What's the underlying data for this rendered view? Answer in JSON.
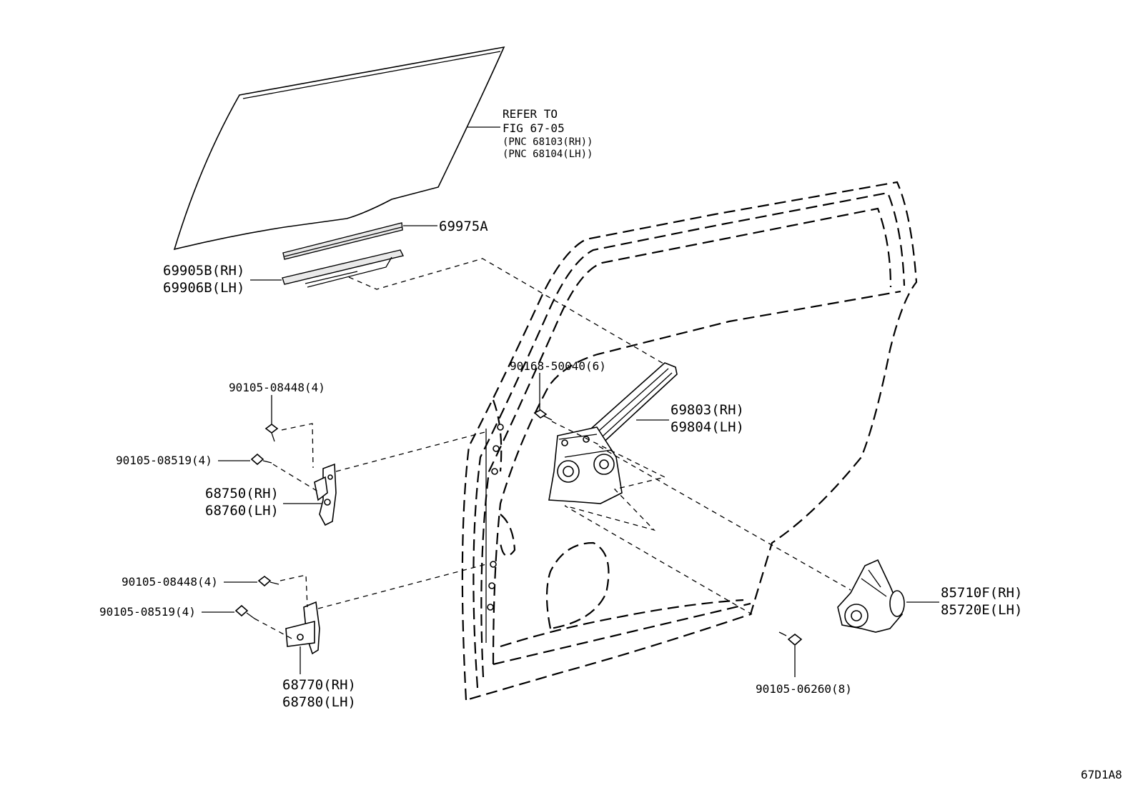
{
  "diagram_id": "67D1A8",
  "refer": {
    "line1": "REFER TO",
    "line2": "FIG 67-05",
    "line3": "(PNC 68103(RH))",
    "line4": "(PNC 68104(LH))"
  },
  "labels": {
    "run_channel": "69975A",
    "weatherstrip_rh": "69905B(RH)",
    "weatherstrip_lh": "69906B(LH)",
    "bolt_regulator": "90168-50040(6)",
    "regulator_rh": "69803(RH)",
    "regulator_lh": "69804(LH)",
    "upper_hinge_bolt1": "90105-08448(4)",
    "upper_hinge_bolt2": "90105-08519(4)",
    "upper_hinge_rh": "68750(RH)",
    "upper_hinge_lh": "68760(LH)",
    "lower_hinge_bolt1": "90105-08448(4)",
    "lower_hinge_bolt2": "90105-08519(4)",
    "lower_hinge_rh": "68770(RH)",
    "lower_hinge_lh": "68780(LH)",
    "motor_rh": "85710F(RH)",
    "motor_lh": "85720E(LH)",
    "motor_bolt": "90105-06260(8)"
  }
}
